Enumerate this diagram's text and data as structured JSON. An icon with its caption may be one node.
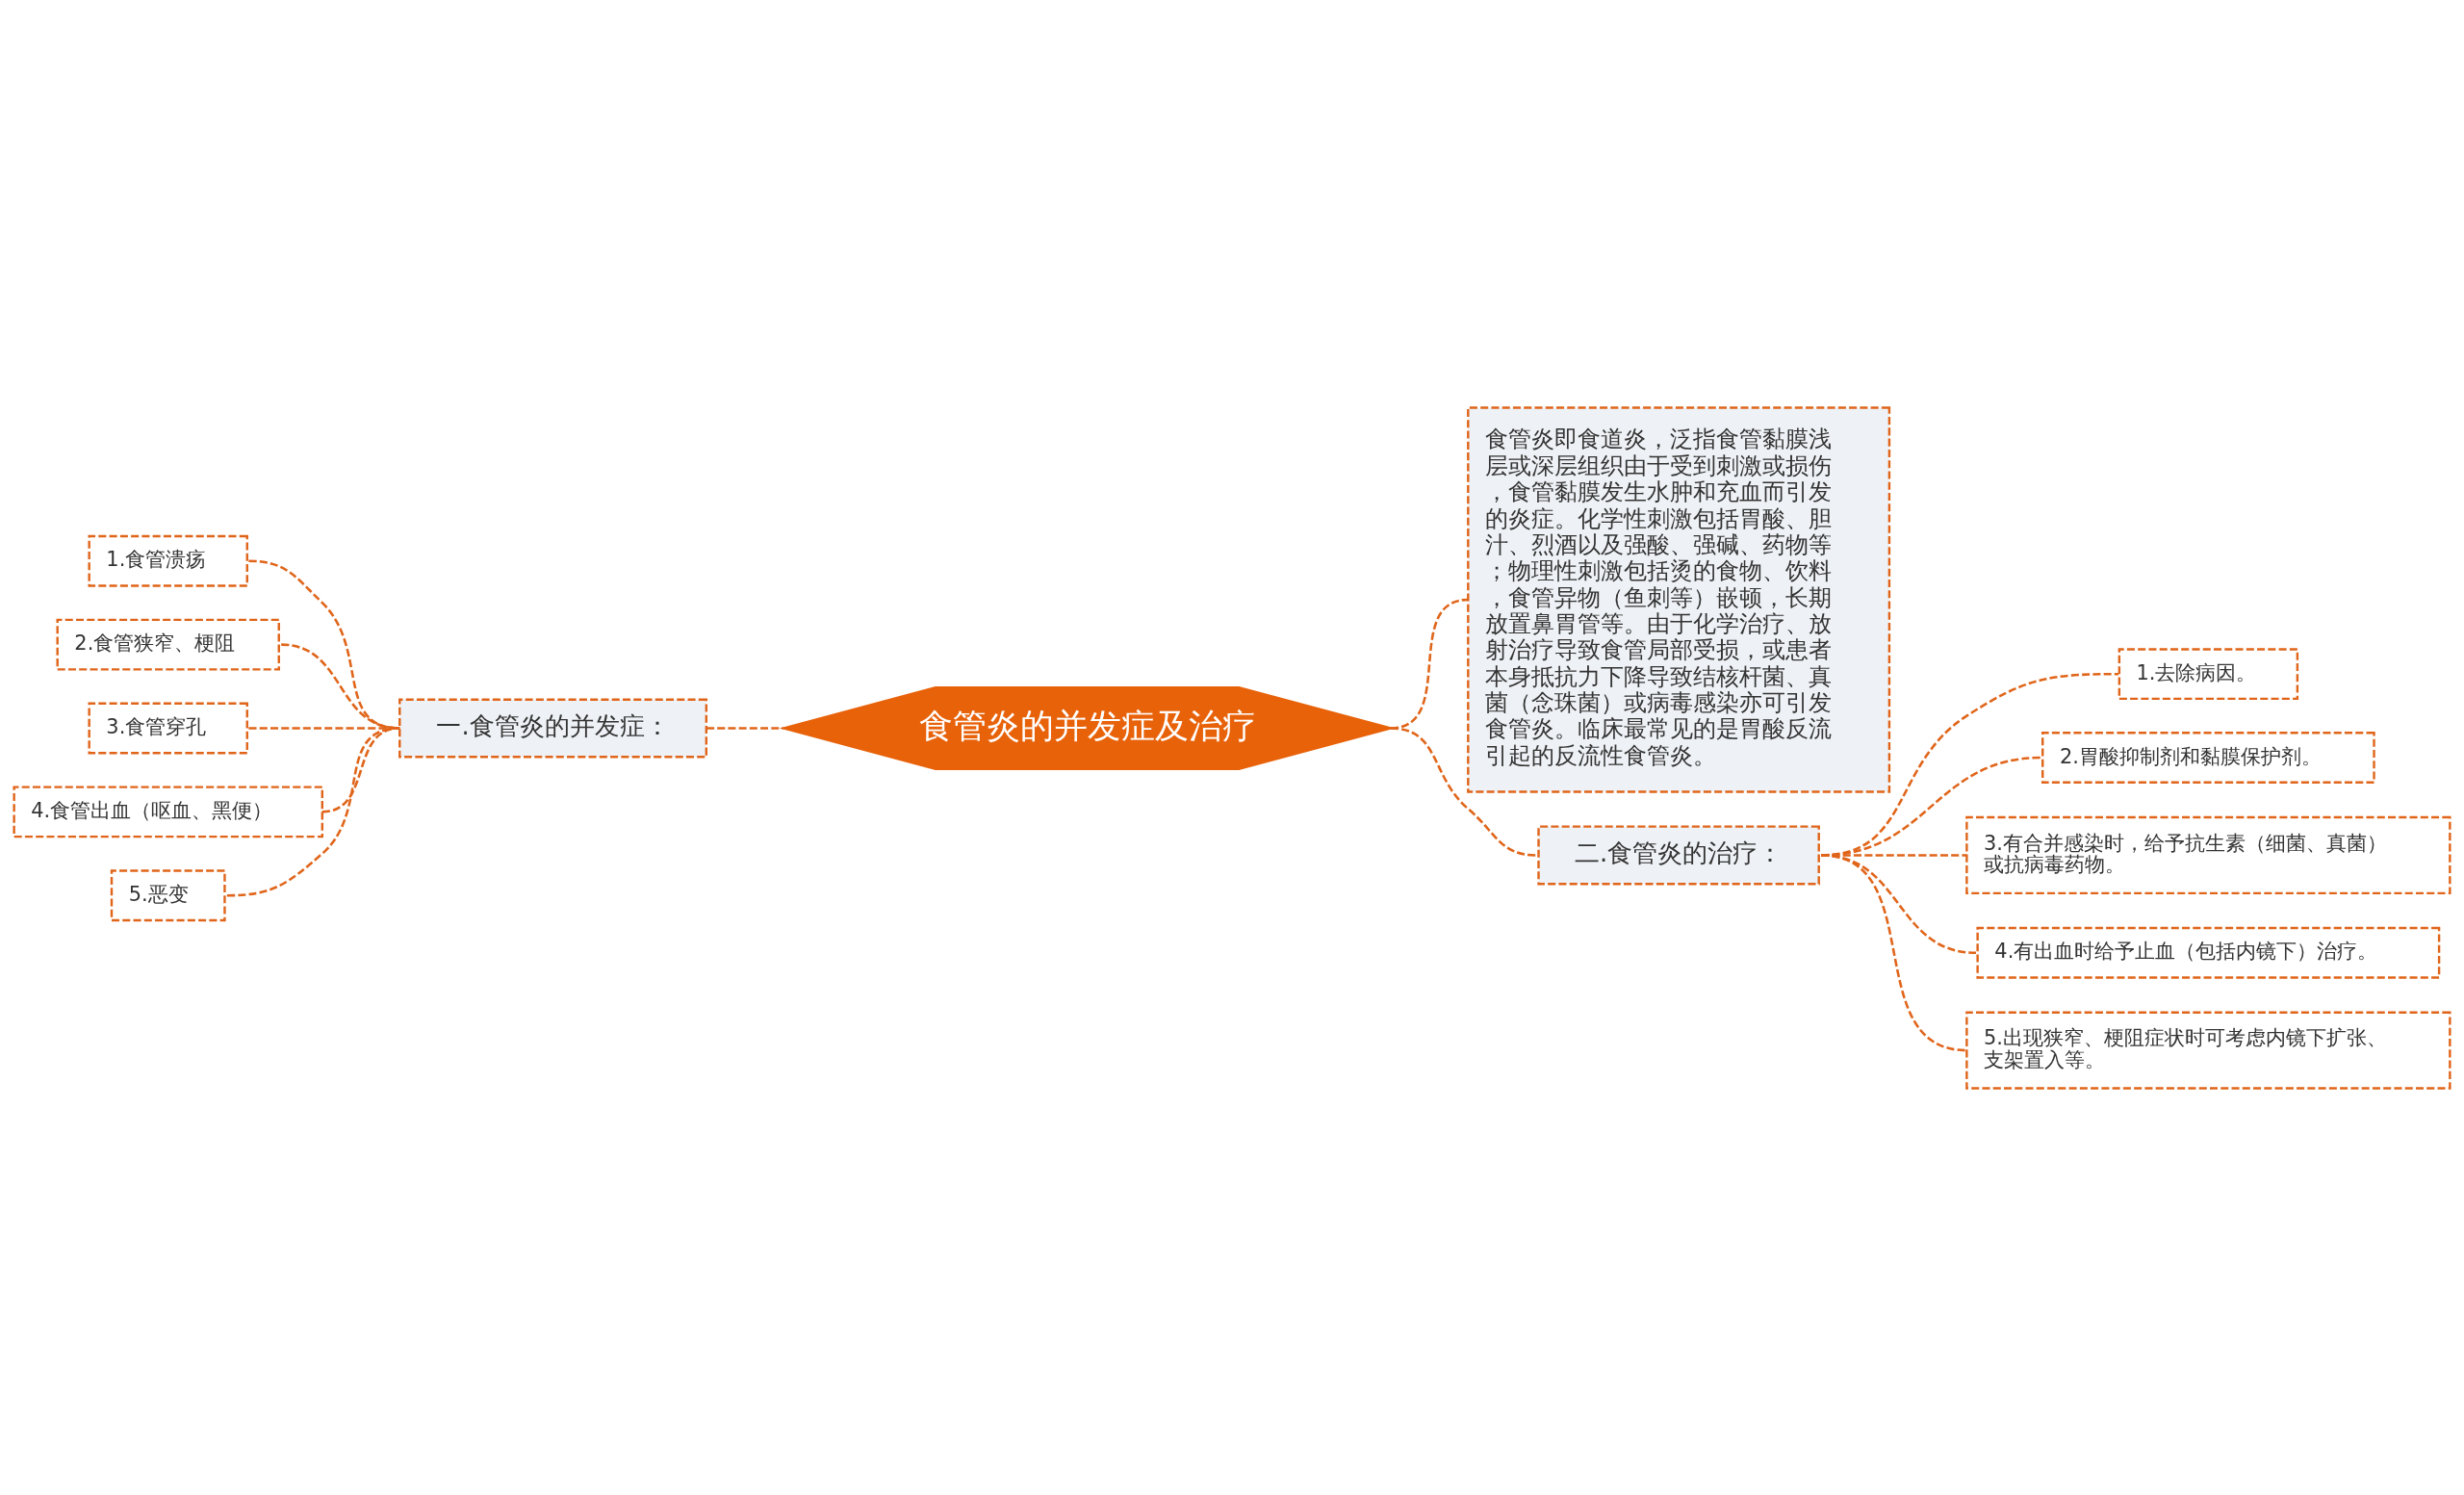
{
  "diagram": {
    "nodes": [
      {
        "text": [
          "食管炎的并发症及治疗"
        ]
      },
      {
        "text": [
          "一.食管炎的并发症："
        ]
      },
      {
        "text": [
          "1.食管溃疡"
        ]
      },
      {
        "text": [
          "2.食管狭窄、梗阻"
        ]
      },
      {
        "text": [
          "3.食管穿孔"
        ]
      },
      {
        "text": [
          "4.食管出血（呕血、黑便）"
        ]
      },
      {
        "text": [
          "5.恶变"
        ]
      },
      {
        "text": [
          "食管炎即食道炎，泛指食管黏膜浅层或深层组织由于受到刺激或损伤，食管黏膜发生水肿和充血而引发的炎症。化学性刺激包括胃酸、胆汁、烈酒以及强酸、强碱、药物等；物理性刺激包括烫的食物、饮料，食管异物（鱼刺等）嵌顿，长期放置鼻胃管等。由于化学治疗、放射治疗导致食管局部受损，或患者本身抵抗力下降导致结核杆菌、真菌（念珠菌）或病毒感染亦可引发食管炎。临床最常见的是胃酸反流引起的反流性食管炎。"
        ]
      },
      {
        "text": [
          "二.食管炎的治疗："
        ]
      },
      {
        "text": [
          "1.去除病因。"
        ]
      },
      {
        "text": [
          "2.胃酸抑制剂和黏膜保护剂。"
        ]
      },
      {
        "text": [
          "3.有合并感染时，给予抗生素（细菌、真菌）或抗病毒药物。"
        ]
      },
      {
        "text": [
          "4.有出血时给予止血（包括内镜下）治疗。"
        ]
      },
      {
        "text": [
          "5.出现狭窄、梗阻症状时可考虑内镜下扩张、支架置入等。"
        ]
      }
    ],
    "edges": [
      {
        "from": 1,
        "to": 0,
        "arrow": "none",
        "style": "dashed"
      },
      {
        "from": 2,
        "to": 1,
        "arrow": "none",
        "style": "dashed"
      },
      {
        "from": 3,
        "to": 1,
        "arrow": "none",
        "style": "dashed"
      },
      {
        "from": 4,
        "to": 1,
        "arrow": "none",
        "style": "dashed"
      },
      {
        "from": 5,
        "to": 1,
        "arrow": "none",
        "style": "dashed"
      },
      {
        "from": 6,
        "to": 1,
        "arrow": "none",
        "style": "dashed"
      },
      {
        "from": 0,
        "to": 7,
        "arrow": "none",
        "style": "dashed"
      },
      {
        "from": 0,
        "to": 8,
        "arrow": "none",
        "style": "dashed"
      },
      {
        "from": 8,
        "to": 9,
        "arrow": "none",
        "style": "dashed"
      },
      {
        "from": 8,
        "to": 10,
        "arrow": "none",
        "style": "dashed"
      },
      {
        "from": 8,
        "to": 11,
        "arrow": "none",
        "style": "dashed"
      },
      {
        "from": 8,
        "to": 12,
        "arrow": "none",
        "style": "dashed"
      },
      {
        "from": 8,
        "to": 13,
        "arrow": "none",
        "style": "dashed"
      }
    ]
  }
}
